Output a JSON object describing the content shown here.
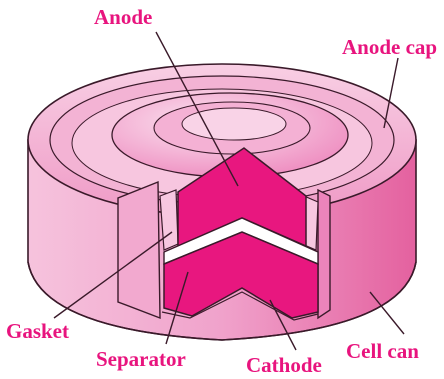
{
  "diagram": {
    "labels": {
      "anode": "Anode",
      "anode_cap": "Anode cap",
      "gasket": "Gasket",
      "separator": "Separator",
      "cathode": "Cathode",
      "cell_can": "Cell can"
    }
  },
  "colors": {
    "label": "#e8147e",
    "magenta": "#e8177f",
    "pink_light": "#f5b7d8",
    "pink_mid": "#ee86bd",
    "pink_dark": "#d93a8f",
    "outline": "#3a1a2a"
  }
}
